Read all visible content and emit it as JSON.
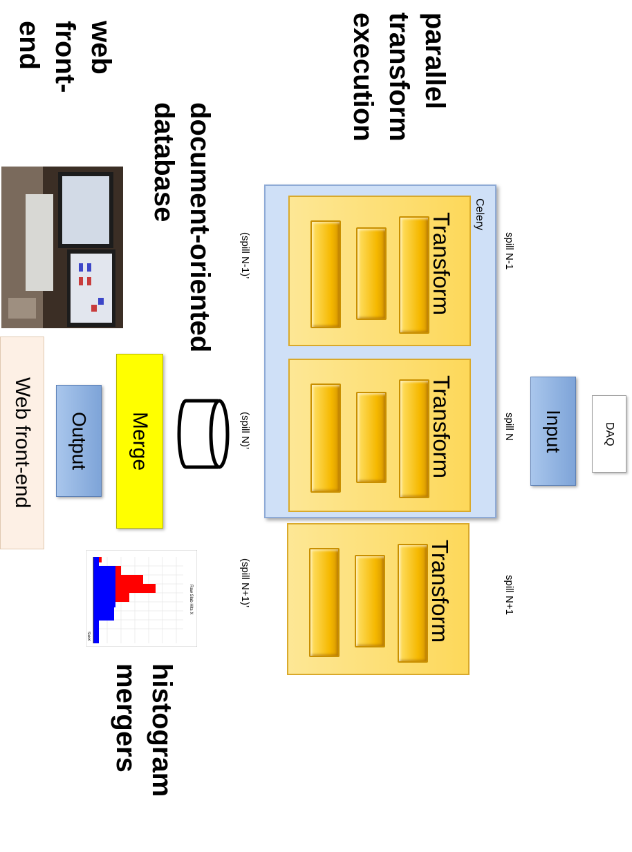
{
  "labels": {
    "parallel": "parallel transform execution",
    "web": "web front- end",
    "docdb": "document-oriented database",
    "histogram": "histogram mergers"
  },
  "spills": {
    "n_minus_1": "spill N-1",
    "n": "spill N",
    "n_plus_1": "spill N+1",
    "n_minus_1_out": "(spill N-1)’",
    "n_out": "(spill N)’",
    "n_plus_1_out": "(spill N+1)’"
  },
  "boxes": {
    "daq": "DAQ",
    "input": "Input",
    "celery": "Celery",
    "transform": "Transform",
    "merge": "Merge",
    "output": "Output",
    "web_front_end": "Web front-end"
  },
  "histogram": {
    "title": "Raw Slab Hits X",
    "xlabel": "SlabX"
  },
  "colors": {
    "celery_bg": "#cfe0f7",
    "transform_bg": "#fde38a",
    "input_bg": "#8fb4e3",
    "merge_bg": "#ffff00",
    "web_bg": "#fdf0e5",
    "hist_red": "#ff0000",
    "hist_blue": "#0000ff"
  }
}
